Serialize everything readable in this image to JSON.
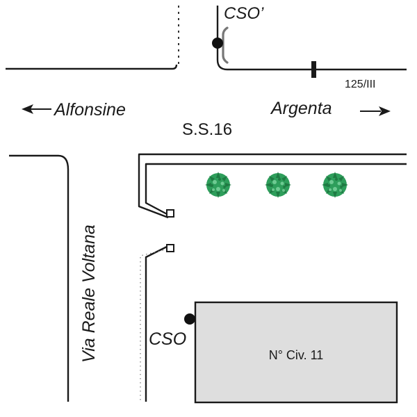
{
  "map": {
    "labels": {
      "cso_prime": "CSO’",
      "cso": "CSO",
      "km_marker": "125/III",
      "direction_west": "Alfonsine",
      "direction_east": "Argenta",
      "highway": "S.S.16",
      "side_street": "Via Reale Voltana",
      "building": "N° Civ. 11"
    },
    "arrows": {
      "west": "left-arrow",
      "east": "right-arrow"
    },
    "trees": {
      "count": 3,
      "icon": "tree-icon",
      "color": "#2e9e5b"
    },
    "colors": {
      "line": "#1a1a1a",
      "building_fill": "#dedede",
      "cso_marker": "#111111",
      "bracket": "#777777",
      "tree": "#2e9e5b",
      "tree_dark": "#1f7a43",
      "tree_light": "#7fd6a0"
    }
  }
}
